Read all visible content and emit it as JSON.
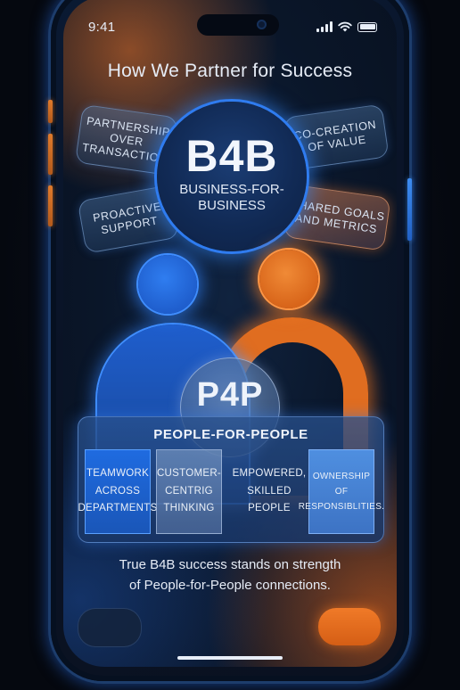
{
  "status_bar": {
    "time": "9:41"
  },
  "title": "How We Partner for Success",
  "b4b": {
    "acronym": "B4B",
    "expansion": "BUSINESS-FOR-\nBUSINESS",
    "pills": [
      {
        "label": "PARTNERSHIP\nOVER\nTRANSACTION"
      },
      {
        "label": "CO-CREATION\nOF VALUE"
      },
      {
        "label": "PROACTIVE\nSUPPORT"
      },
      {
        "label": "SHARED GOALS\nAND METRICS"
      }
    ]
  },
  "p4p": {
    "acronym": "P4P",
    "panel_title": "PEOPLE-FOR-PEOPLE",
    "tiles": [
      {
        "label": "TEAMWORK\nACROSS\nDEPARTMENTS"
      },
      {
        "label": "CUSTOMER-\nCENTRIG\nTHINKING"
      },
      {
        "label": "EMPOWERED,\nSKILLED\nPEOPLE"
      },
      {
        "label": "OWNERSHIP\nOF\nRESPONSIBLITIES."
      }
    ]
  },
  "footer": "True B4B success stands on strength\nof People-for-People connections.",
  "colors": {
    "accent_blue": "#2f7cf0",
    "accent_orange": "#e06d20",
    "background": "#0a1629"
  }
}
